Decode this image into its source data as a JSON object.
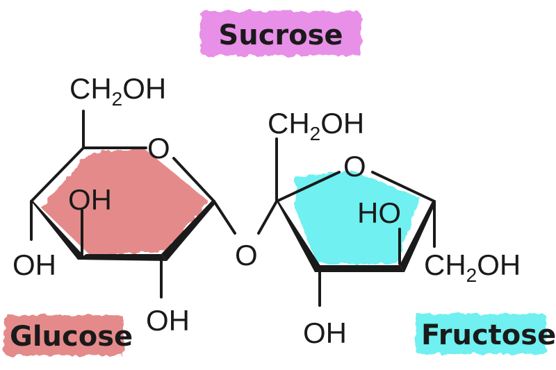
{
  "title": "Sucrose",
  "glucose_label": "Glucose",
  "fructose_label": "Fructose",
  "colors": {
    "sucrose_highlight": "#e88fe8",
    "glucose_fill": "#e58a8a",
    "fructose_fill": "#6ff0f0",
    "ink": "#1a1a1a"
  },
  "glucose": {
    "ring_oxygen": "O",
    "ch2oh_main": "CH",
    "ch2oh_sub": "2",
    "ch2oh_tail": "OH",
    "oh_inner": "OH",
    "oh_left": "OH",
    "oh_bottom": "OH"
  },
  "bridge_oxygen": "O",
  "fructose": {
    "ring_oxygen": "O",
    "ch2oh_top_main": "CH",
    "ch2oh_top_sub": "2",
    "ch2oh_top_tail": "OH",
    "ho_inner": "HO",
    "ch2oh_right_main": "CH",
    "ch2oh_right_sub": "2",
    "ch2oh_right_tail": "OH",
    "oh_bottom": "OH"
  }
}
